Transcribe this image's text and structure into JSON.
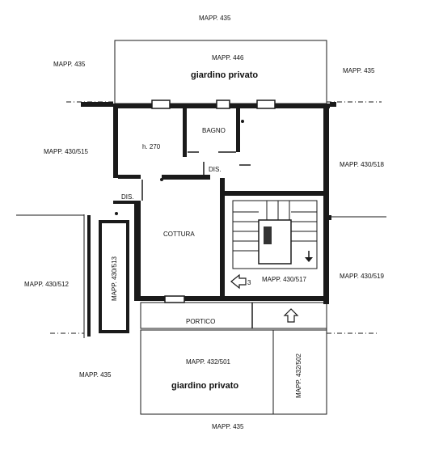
{
  "labels": {
    "mapp_435_top": "MAPP. 435",
    "mapp_446": "MAPP. 446",
    "giardino_top": "giardino privato",
    "mapp_435_left": "MAPP. 435",
    "mapp_435_right": "MAPP. 435",
    "bagno": "BAGNO",
    "h270": "h. 270",
    "dis_upper": "DIS.",
    "mapp_430_515": "MAPP. 430/515",
    "mapp_430_518": "MAPP. 430/518",
    "dis_lower": "DIS.",
    "cottura": "COTTURA",
    "mapp_430_513": "MAPP. 430/513",
    "mapp_430_512": "MAPP. 430/512",
    "mapp_430_517": "MAPP. 430/517",
    "mapp_430_519": "MAPP. 430/519",
    "arrow_num": "3",
    "portico": "PORTICO",
    "mapp_435_bottom_left": "MAPP. 435",
    "mapp_432_501": "MAPP. 432/501",
    "giardino_bottom": "giardino privato",
    "mapp_432_502": "MAPP. 432/502",
    "mapp_435_bottom": "MAPP. 435"
  }
}
